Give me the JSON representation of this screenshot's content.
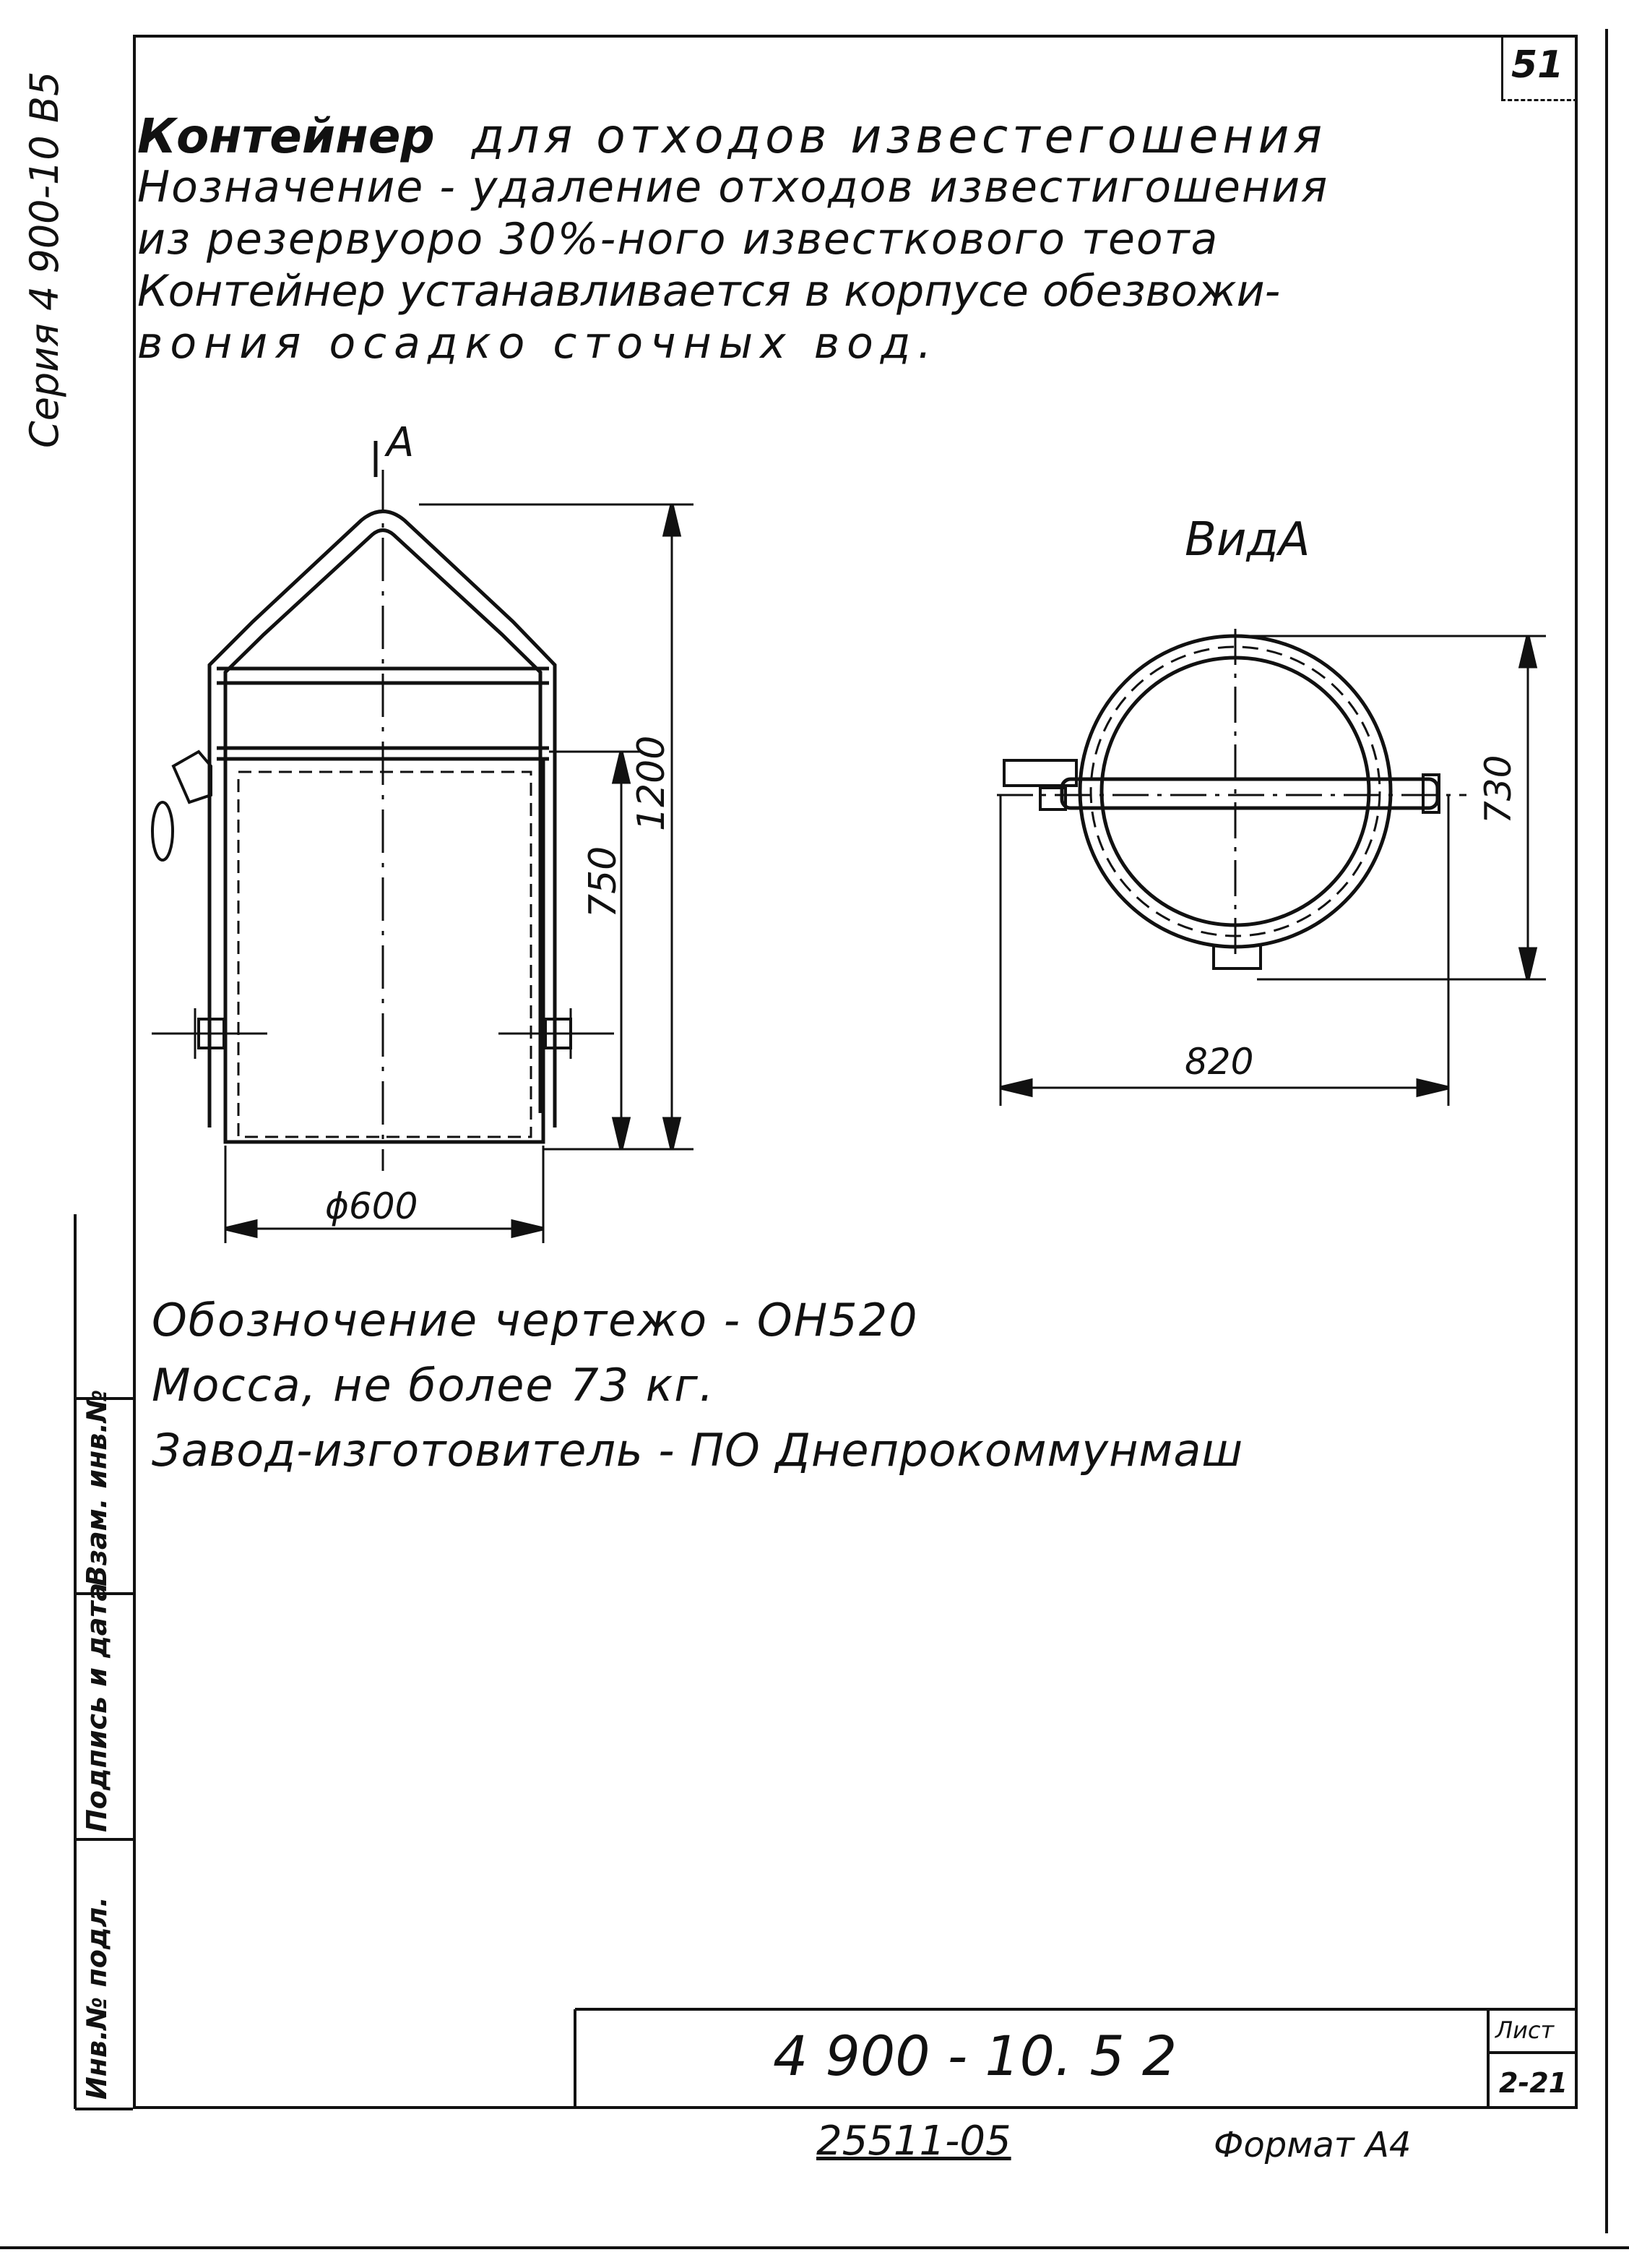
{
  "sheet_number": "51",
  "side_series": "Серия 4 900-10 В5",
  "title_bold": "Контейнер",
  "title_rest": "для отходов известегошения",
  "description": [
    "Нозначение - удаление отходов известигошения",
    "из резервуоро 30%-ного известкового теота",
    "Контейнер устанавливается в корпусе обезвожи-",
    "вония осадко сточных вод."
  ],
  "drawing": {
    "section_marker": "А",
    "view_label": "ВидА",
    "dims": {
      "height_total": "1200",
      "height_body": "750",
      "diameter": "ϕ600",
      "view_width": "820",
      "view_height": "730"
    }
  },
  "info": [
    "Обозночение чертежо - ОН520",
    "Мосса, не более 73 кг.",
    "Завод-изготовитель - ПО Днепрокоммунмаш"
  ],
  "side_stamp": [
    "Инв.№ подл.",
    "Подпись и дата",
    "Взам. инв.№"
  ],
  "title_block": {
    "code": "4 900 - 10. 5 2",
    "sheet_label": "Лист",
    "sheet_value": "2-21"
  },
  "footer": {
    "number": "25511-05",
    "format": "Формат А4"
  }
}
